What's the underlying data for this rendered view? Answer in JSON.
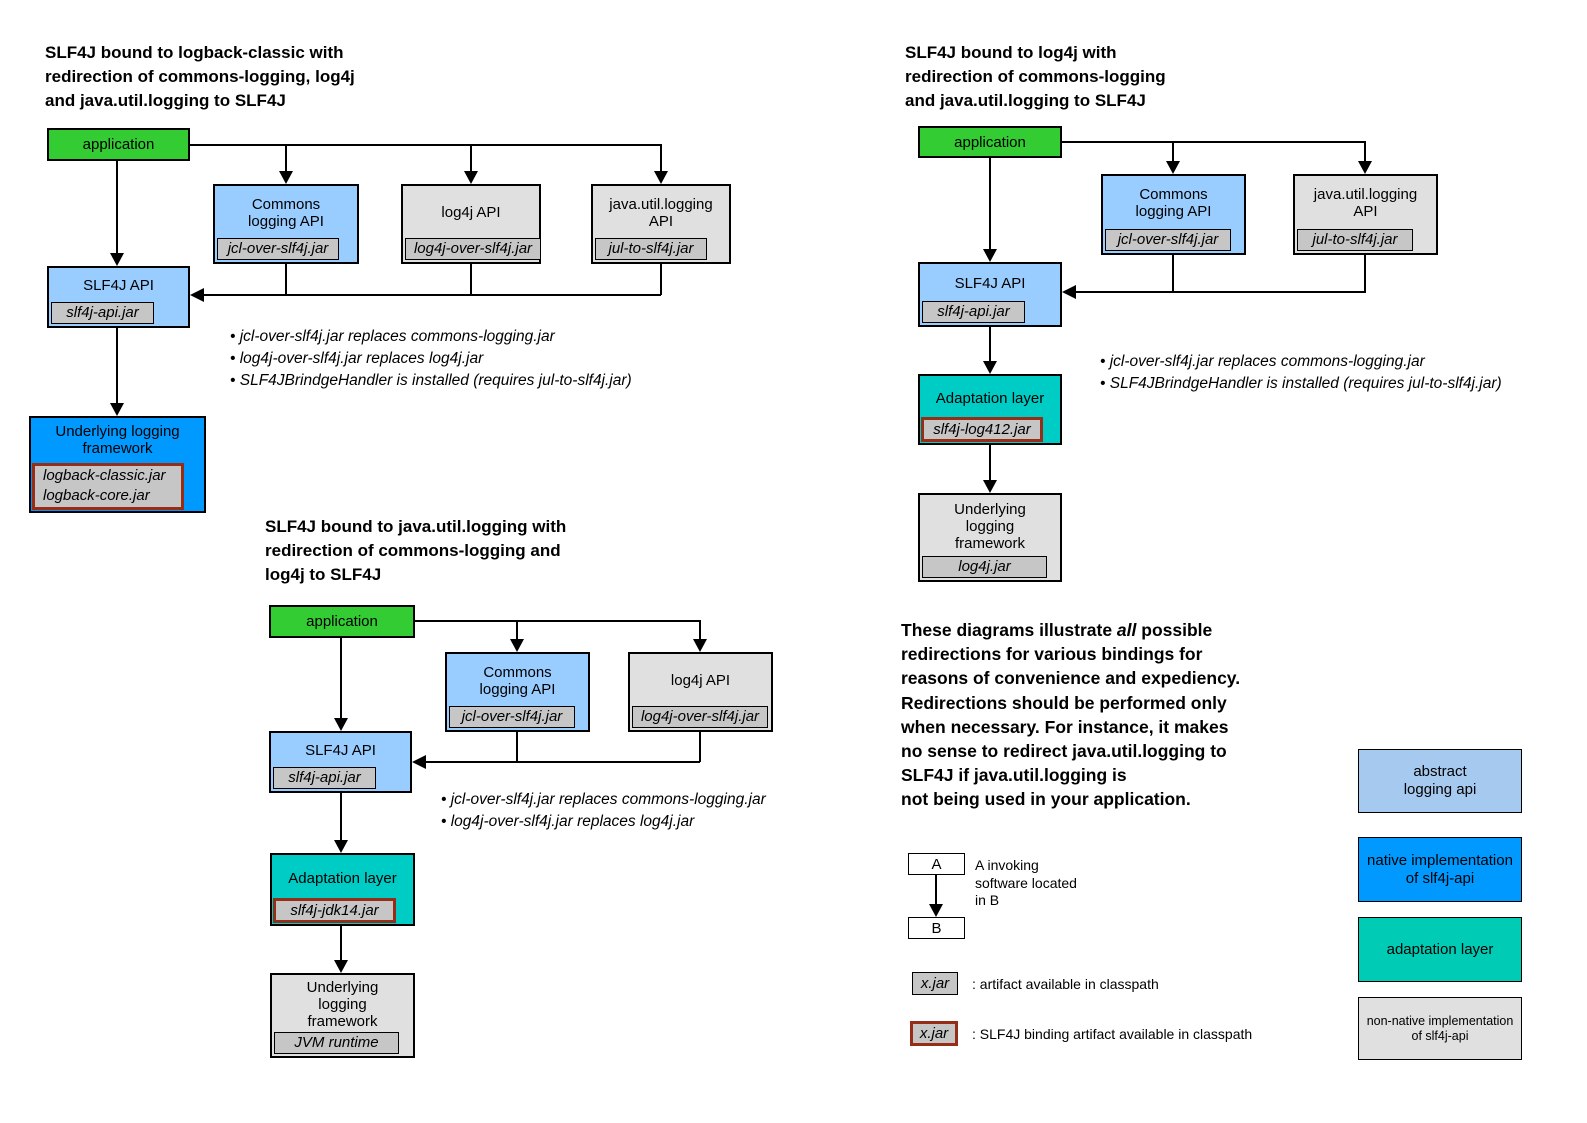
{
  "colors": {
    "application_green": "#33CC33",
    "abstract_api_blue": "#99CCFF",
    "native_impl_blue": "#0099FF",
    "adaptation_teal": "#00CCC6",
    "non_native_gray": "#E0E0E0",
    "jar_tag_gray": "#C6C6C6",
    "binding_border_red": "#952D17"
  },
  "diagram1": {
    "title": "SLF4J bound to logback-classic with\nredirection of commons-logging, log4j\nand java.util.logging to SLF4J",
    "application": "application",
    "commons": {
      "label": "Commons\nlogging API",
      "jar": "jcl-over-slf4j.jar"
    },
    "log4j": {
      "label": "log4j API",
      "jar": "log4j-over-slf4j.jar"
    },
    "jul": {
      "label": "java.util.logging\nAPI",
      "jar": "jul-to-slf4j.jar"
    },
    "slf4j": {
      "label": "SLF4J API",
      "jar": "slf4j-api.jar"
    },
    "underlying": {
      "label": "Underlying logging\nframework",
      "jar": "logback-classic.jar\nlogback-core.jar"
    },
    "bullets": [
      "• jcl-over-slf4j.jar replaces commons-logging.jar",
      "• log4j-over-slf4j.jar replaces log4j.jar",
      "• SLF4JBrindgeHandler is installed (requires jul-to-slf4j.jar)"
    ]
  },
  "diagram2": {
    "title": "SLF4J bound to log4j with\nredirection of commons-logging\nand java.util.logging to SLF4J",
    "application": "application",
    "commons": {
      "label": "Commons\nlogging API",
      "jar": "jcl-over-slf4j.jar"
    },
    "jul": {
      "label": "java.util.logging\nAPI",
      "jar": "jul-to-slf4j.jar"
    },
    "slf4j": {
      "label": "SLF4J API",
      "jar": "slf4j-api.jar"
    },
    "adaptation": {
      "label": "Adaptation layer",
      "jar": "slf4j-log412.jar"
    },
    "underlying": {
      "label": "Underlying\nlogging\nframework",
      "jar": "log4j.jar"
    },
    "bullets": [
      "• jcl-over-slf4j.jar replaces commons-logging.jar",
      "• SLF4JBrindgeHandler is installed (requires jul-to-slf4j.jar)"
    ]
  },
  "diagram3": {
    "title": "SLF4J bound to java.util.logging with\nredirection of commons-logging and\nlog4j to SLF4J",
    "application": "application",
    "commons": {
      "label": "Commons\nlogging API",
      "jar": "jcl-over-slf4j.jar"
    },
    "log4j": {
      "label": "log4j API",
      "jar": "log4j-over-slf4j.jar"
    },
    "slf4j": {
      "label": "SLF4J API",
      "jar": "slf4j-api.jar"
    },
    "adaptation": {
      "label": "Adaptation layer",
      "jar": "slf4j-jdk14.jar"
    },
    "underlying": {
      "label": "Underlying\nlogging\nframework",
      "jar": "JVM runtime"
    },
    "bullets": [
      "• jcl-over-slf4j.jar replaces commons-logging.jar",
      "• log4j-over-slf4j.jar replaces log4j.jar"
    ]
  },
  "note": {
    "line1_pre": "These diagrams illustrate ",
    "line1_em": "all",
    "line1_post": " possible",
    "rest": "redirections for various bindings for\nreasons of convenience and expediency.\nRedirections should be performed only\nwhen necessary. For instance, it makes\nno sense to redirect java.util.logging to\nSLF4J if java.util.logging is\nnot being used in your application."
  },
  "legend": {
    "a": "A",
    "b": "B",
    "ab_caption": "A invoking\nsoftware located\nin B",
    "xjar": "x.jar",
    "artifact_caption": ": artifact available in classpath",
    "binding_caption": ": SLF4J binding artifact available in classpath",
    "abstract": "abstract\nlogging api",
    "native": "native implementation\nof slf4j-api",
    "adaptation": "adaptation layer",
    "nonnative": "non-native implementation\nof slf4j-api"
  }
}
